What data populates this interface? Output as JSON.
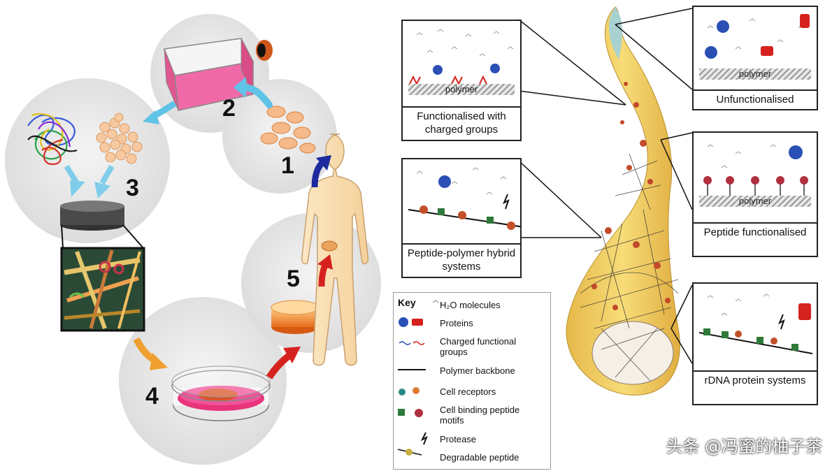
{
  "left_cycle": {
    "steps": [
      "1",
      "2",
      "3",
      "4",
      "5"
    ]
  },
  "panels": {
    "charged": {
      "polymer": "polymer",
      "caption": "Functionalised with charged groups"
    },
    "unfunctionalised": {
      "polymer": "polymer",
      "caption": "Unfunctionalised"
    },
    "peptide_polymer": {
      "caption": "Peptide-polymer hybrid systems"
    },
    "peptide_functionalised": {
      "polymer": "polymer",
      "caption": "Peptide functionalised"
    },
    "rdna": {
      "caption": "rDNA protein systems"
    }
  },
  "key": {
    "title": "Key",
    "water": "H₂O molecules",
    "proteins": "Proteins",
    "charged_groups": "Charged functional groups",
    "polymer_backbone": "Polymer backbone",
    "cell_receptors": "Cell receptors",
    "cell_binding": "Cell binding peptide motifs",
    "protease": "Protease",
    "degradable": "Degradable peptide"
  },
  "watermark": "头条 @冯蜜的柚子茶",
  "colors": {
    "pink_medium": "#f06aa8",
    "fiber_yellow": "#f2d36b",
    "arrow_blue": "#5ec3e6",
    "arrow_orange": "#f0a030",
    "arrow_red": "#d6221e",
    "arrow_navy": "#1d2a9e"
  }
}
